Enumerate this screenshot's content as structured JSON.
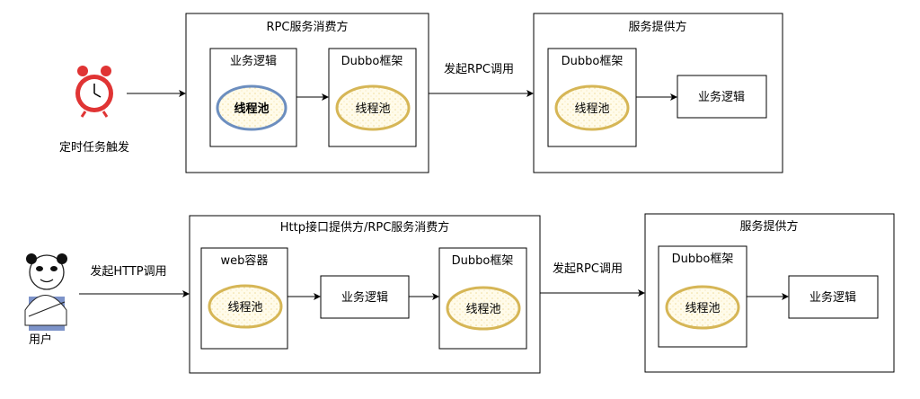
{
  "top": {
    "trigger_label": "定时任务触发",
    "consumer_title": "RPC服务消费方",
    "biz_title": "业务逻辑",
    "pool_bold": "线程池",
    "dubbo_title": "Dubbo框架",
    "dubbo_pool": "线程池",
    "call_label": "发起RPC调用",
    "provider_title": "服务提供方",
    "provider_dubbo_title": "Dubbo框架",
    "provider_pool": "线程池",
    "provider_biz": "业务逻辑"
  },
  "bottom": {
    "user_label": "用户",
    "http_label": "发起HTTP调用",
    "gateway_title": "Http接口提供方/RPC服务消费方",
    "web_title": "web容器",
    "web_pool": "线程池",
    "biz": "业务逻辑",
    "dubbo_title": "Dubbo框架",
    "dubbo_pool": "线程池",
    "call_label": "发起RPC调用",
    "provider_title": "服务提供方",
    "provider_dubbo_title": "Dubbo框架",
    "provider_pool": "线程池",
    "provider_biz": "业务逻辑"
  },
  "colors": {
    "pool_blue": "#6c8ebf",
    "pool_gold": "#d6b656",
    "pool_fill": "#fff9e3",
    "clock_red": "#e03434"
  },
  "icons": {
    "trigger": "alarm-clock-icon",
    "user": "panda-meme-user-icon"
  }
}
